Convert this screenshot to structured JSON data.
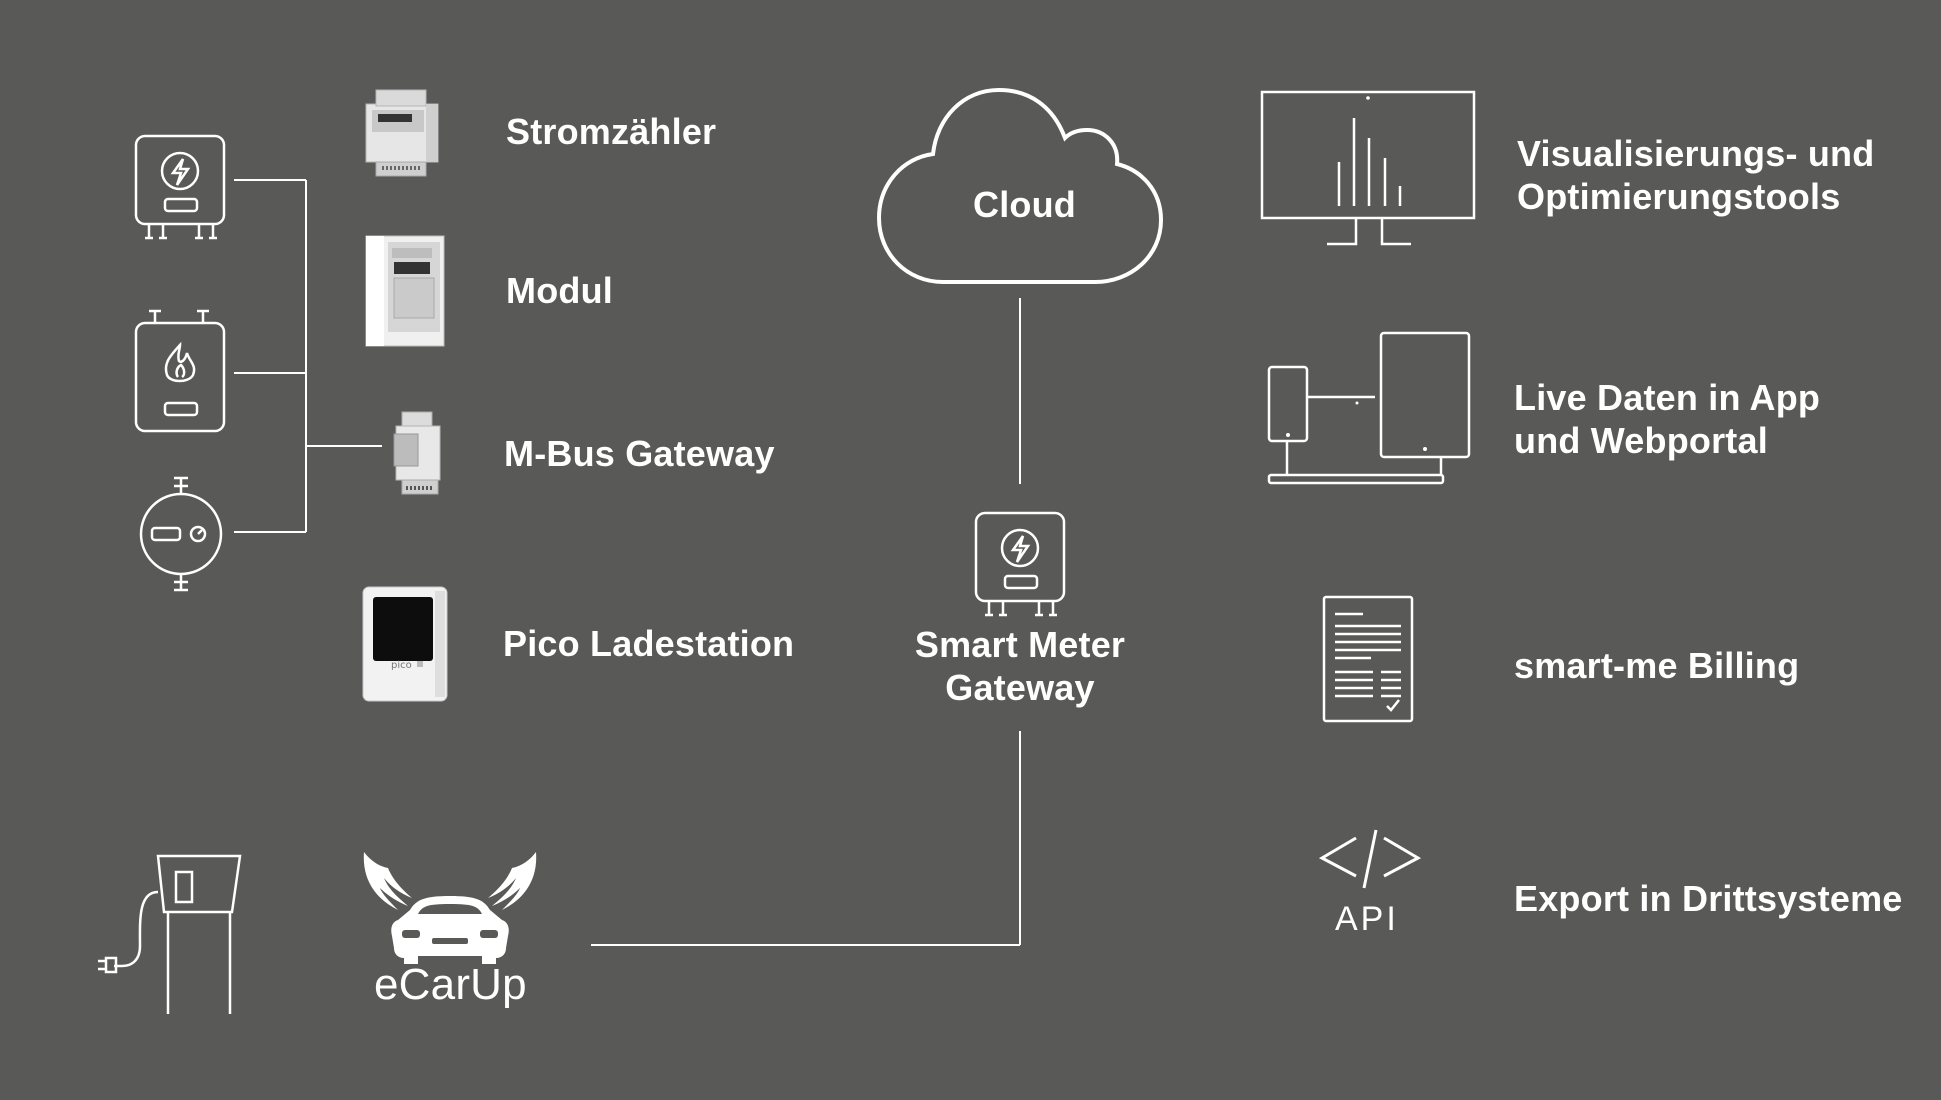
{
  "colors": {
    "background": "#595957",
    "line": "#ffffff",
    "device": "#e6e6e6"
  },
  "devices": {
    "stromzaehler": "Stromzähler",
    "modul": "Modul",
    "mbus": "M-Bus Gateway",
    "pico": "Pico Ladestation",
    "pico_brand": "pico"
  },
  "cloud": "Cloud",
  "gateway": {
    "line1": "Smart Meter",
    "line2": "Gateway"
  },
  "ecarup": "eCarUp",
  "outputs": {
    "visualisierung": {
      "line1": "Visualisierungs- und",
      "line2": "Optimierungstools"
    },
    "live": {
      "line1": "Live Daten in App",
      "line2": "und Webportal"
    },
    "billing": "smart-me Billing",
    "export": "Export in Drittsysteme",
    "api": "API"
  },
  "icons": [
    "electricity-meter-icon",
    "gas-meter-icon",
    "water-meter-icon",
    "charging-station-icon",
    "ecarup-logo",
    "cloud-icon",
    "gateway-icon",
    "monitor-icon",
    "phone-tablet-icon",
    "invoice-icon",
    "code-icon"
  ]
}
